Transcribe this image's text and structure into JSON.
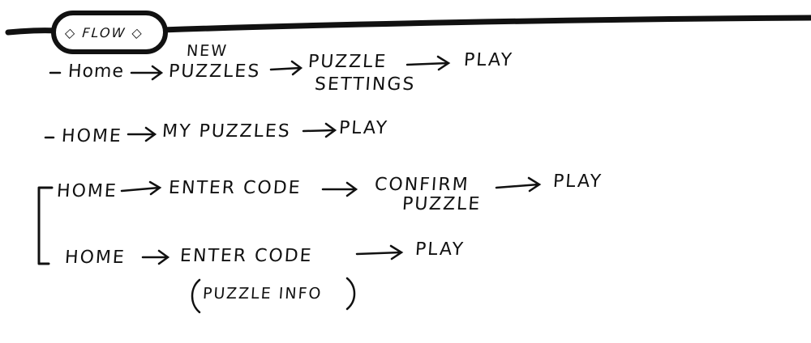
{
  "header": {
    "title": "◇ FLOW ◇"
  },
  "flows": [
    {
      "bullet": "-",
      "steps": [
        "Home",
        "NEW PUZZLES",
        "PUZZLE SETTINGS",
        "PLAY"
      ],
      "labels": {
        "home": "Home",
        "new": "NEW",
        "puzzles": "PUZZLES",
        "puzzle": "PUZZLE",
        "settings": "SETTINGS",
        "play": "PLAY"
      }
    },
    {
      "bullet": "-",
      "steps": [
        "HOME",
        "MY PUZZLES",
        "PLAY"
      ],
      "labels": {
        "home": "HOME",
        "my_puzzles": "MY PUZZLES",
        "play": "PLAY"
      }
    },
    {
      "steps": [
        "HOME",
        "ENTER CODE",
        "CONFIRM PUZZLE",
        "PLAY"
      ],
      "labels": {
        "home": "HOME",
        "enter_code": "ENTER CODE",
        "confirm": "CONFIRM",
        "puzzle": "PUZZLE",
        "play": "PLAY"
      }
    },
    {
      "steps": [
        "HOME",
        "ENTER CODE",
        "PLAY"
      ],
      "labels": {
        "home": "HOME",
        "enter_code": "ENTER CODE",
        "play": "PLAY",
        "note": "(PUZZLE INFO)"
      }
    }
  ]
}
